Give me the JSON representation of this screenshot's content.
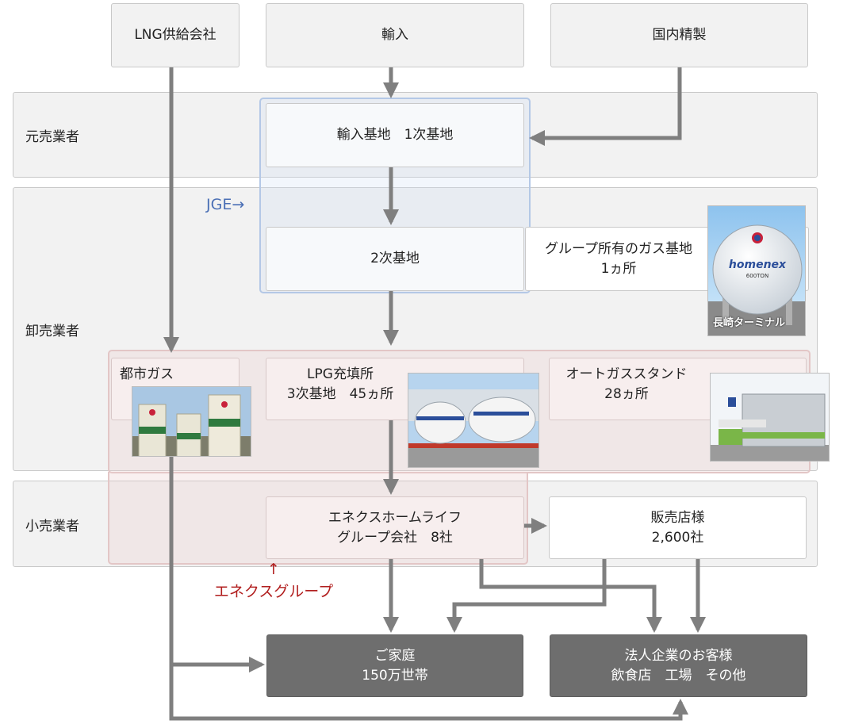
{
  "sources": {
    "lng": "LNG供給会社",
    "import": "輸入",
    "domestic": "国内精製"
  },
  "tiers": {
    "motouri": "元売業者",
    "oroshi": "卸売業者",
    "kouri": "小売業者"
  },
  "bases": {
    "primary": "輸入基地　1次基地",
    "secondary": "2次基地",
    "group_base": "グループ所有のガス基地\n1ヵ所",
    "terminal_caption": "長崎ターミナル",
    "tank_logo": "homenex",
    "tank_capacity": "600TON"
  },
  "notes": {
    "jge": "JGE→",
    "enex_group": "↑\nエネクスグループ"
  },
  "wholesale": {
    "city_gas": "都市ガス",
    "lpg": "LPG充填所\n3次基地　45ヵ所",
    "autogas": "オートガススタンド\n28ヵ所"
  },
  "retail": {
    "enex_home": "エネクスホームライフ\nグループ会社　8社",
    "dealers": "販売店様\n2,600社"
  },
  "customers": {
    "households": "ご家庭\n150万世帯",
    "corporate": "法人企業のお客様\n飲食店　工場　その他"
  },
  "colors": {
    "arrow": "#7f7f7f",
    "box_dark": "#6e6e6e",
    "blue_region": "#b4c8e6",
    "pink_region": "#e3c6c6",
    "jge_text": "#4a6fb5",
    "group_text": "#b11e1e"
  }
}
